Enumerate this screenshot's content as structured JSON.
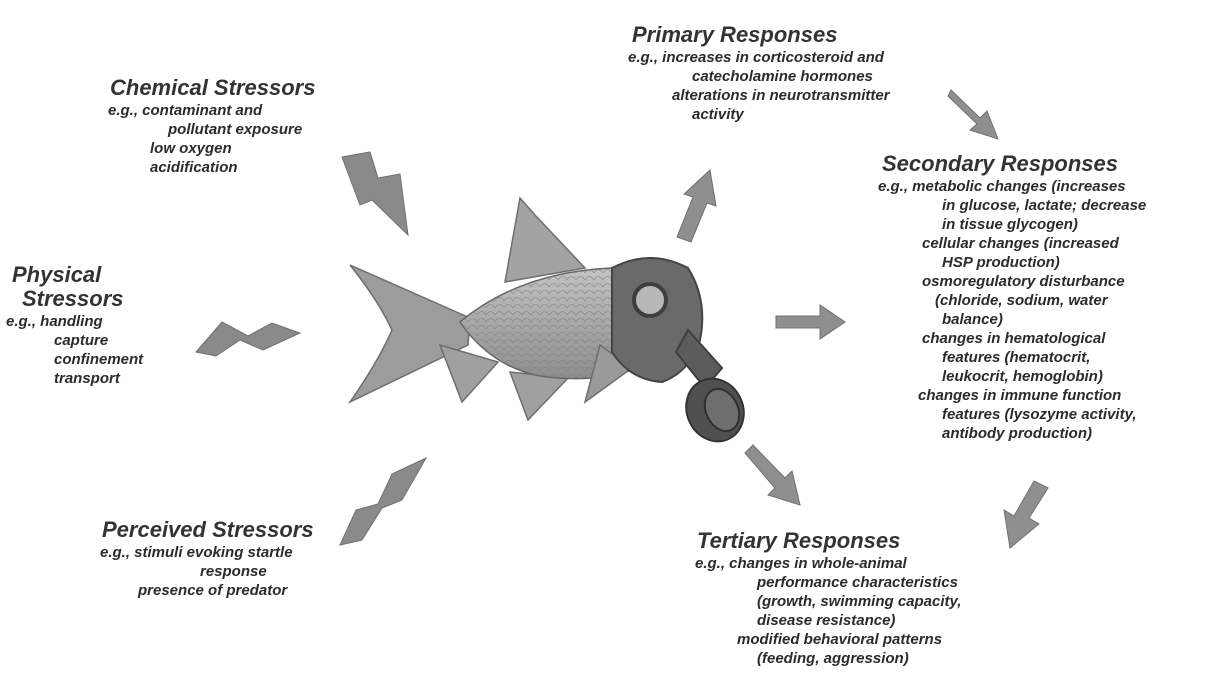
{
  "chemical": {
    "title": "Chemical Stressors",
    "lines": [
      "e.g., contaminant and",
      "pollutant exposure",
      "low oxygen",
      "acidification"
    ]
  },
  "physical": {
    "title1": "Physical",
    "title2": "Stressors",
    "lines": [
      "e.g., handling",
      "capture",
      "confinement",
      "transport"
    ]
  },
  "perceived": {
    "title": "Perceived Stressors",
    "lines": [
      "e.g., stimuli evoking startle",
      "response",
      "presence of predator"
    ]
  },
  "primary": {
    "title": "Primary Responses",
    "lines": [
      "e.g., increases in corticosteroid and",
      "catecholamine hormones",
      "alterations in neurotransmitter",
      "activity"
    ]
  },
  "secondary": {
    "title": "Secondary Responses",
    "lines": [
      "e.g., metabolic changes (increases",
      "in glucose, lactate; decrease",
      "in tissue glycogen)",
      "cellular changes (increased",
      "HSP production)",
      "osmoregulatory disturbance",
      "(chloride, sodium, water",
      "balance)",
      "changes in hematological",
      "features (hematocrit,",
      "leukocrit, hemoglobin)",
      "changes in immune function",
      "features (lysozyme activity,",
      "antibody production)"
    ]
  },
  "tertiary": {
    "title": "Tertiary Responses",
    "lines": [
      "e.g., changes in whole-animal",
      "performance characteristics",
      "(growth, swimming capacity,",
      "disease resistance)",
      "modified behavioral patterns",
      "(feeding, aggression)"
    ]
  },
  "colors": {
    "arrow": "#8f8f8f",
    "bolt": "#8a8a8a",
    "fish": "#a9a9a9",
    "mask": "#5a5a5a"
  }
}
